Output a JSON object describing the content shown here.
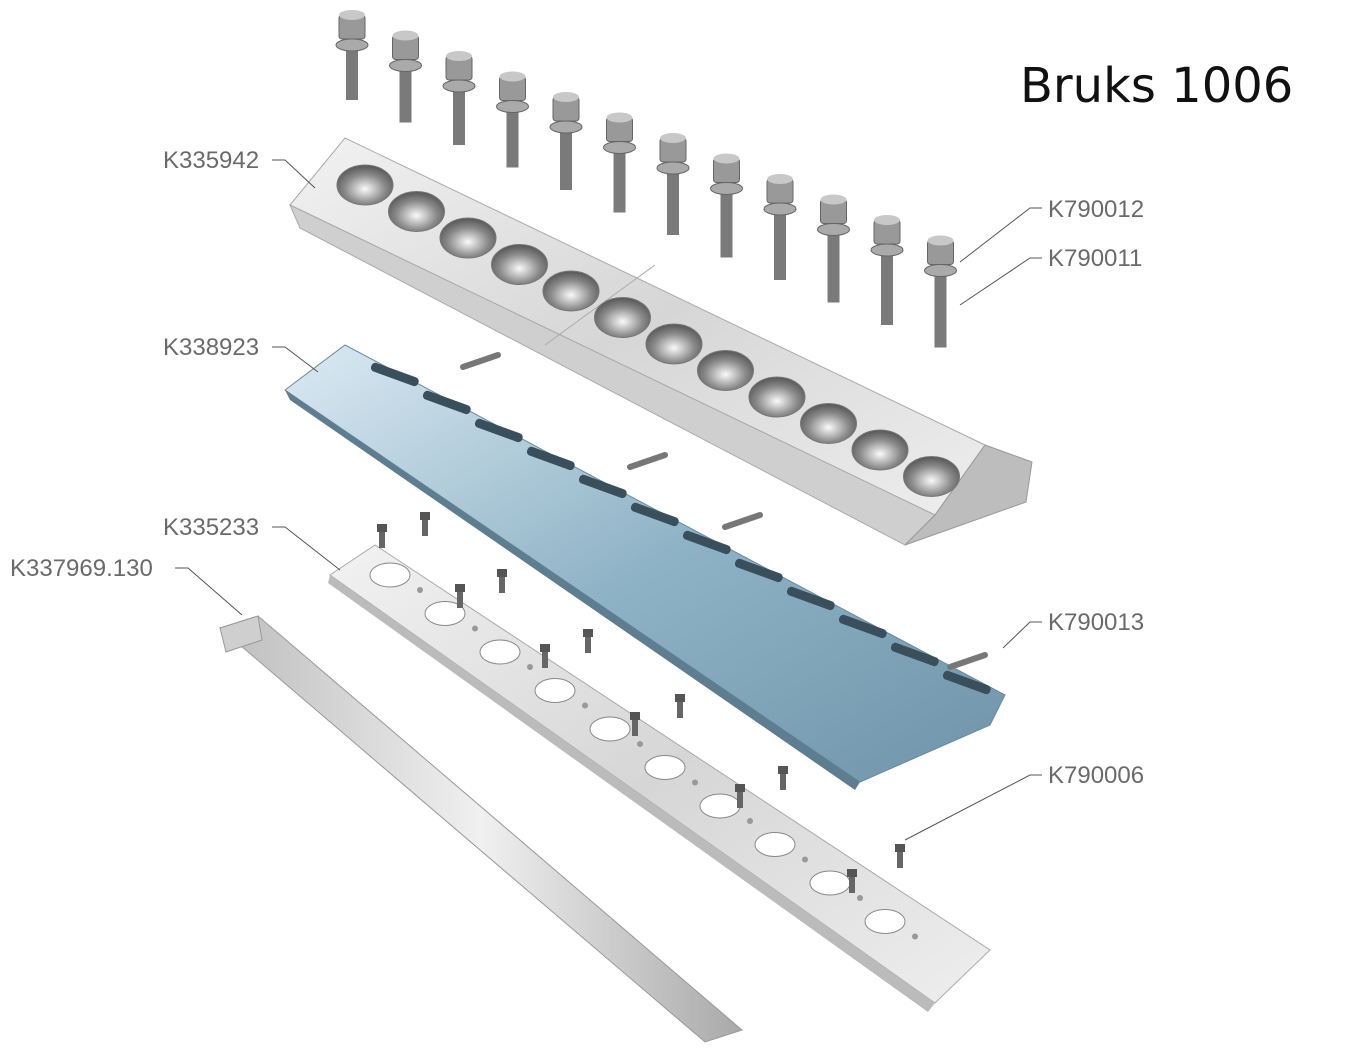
{
  "title": "Bruks 1006",
  "parts": {
    "chipper_block": "K335942",
    "knife": "K338923",
    "counter_plate": "K335233",
    "anvil_bar": "K337969.130",
    "bolt": "K790012",
    "washer": "K790011",
    "knife_screw": "K790013",
    "plate_screw": "K790006"
  },
  "colors": {
    "steel": "#d9d9d9",
    "blade": "#8fb3c6",
    "slot": "#3a4f5c",
    "label": "#6a6a6a"
  }
}
